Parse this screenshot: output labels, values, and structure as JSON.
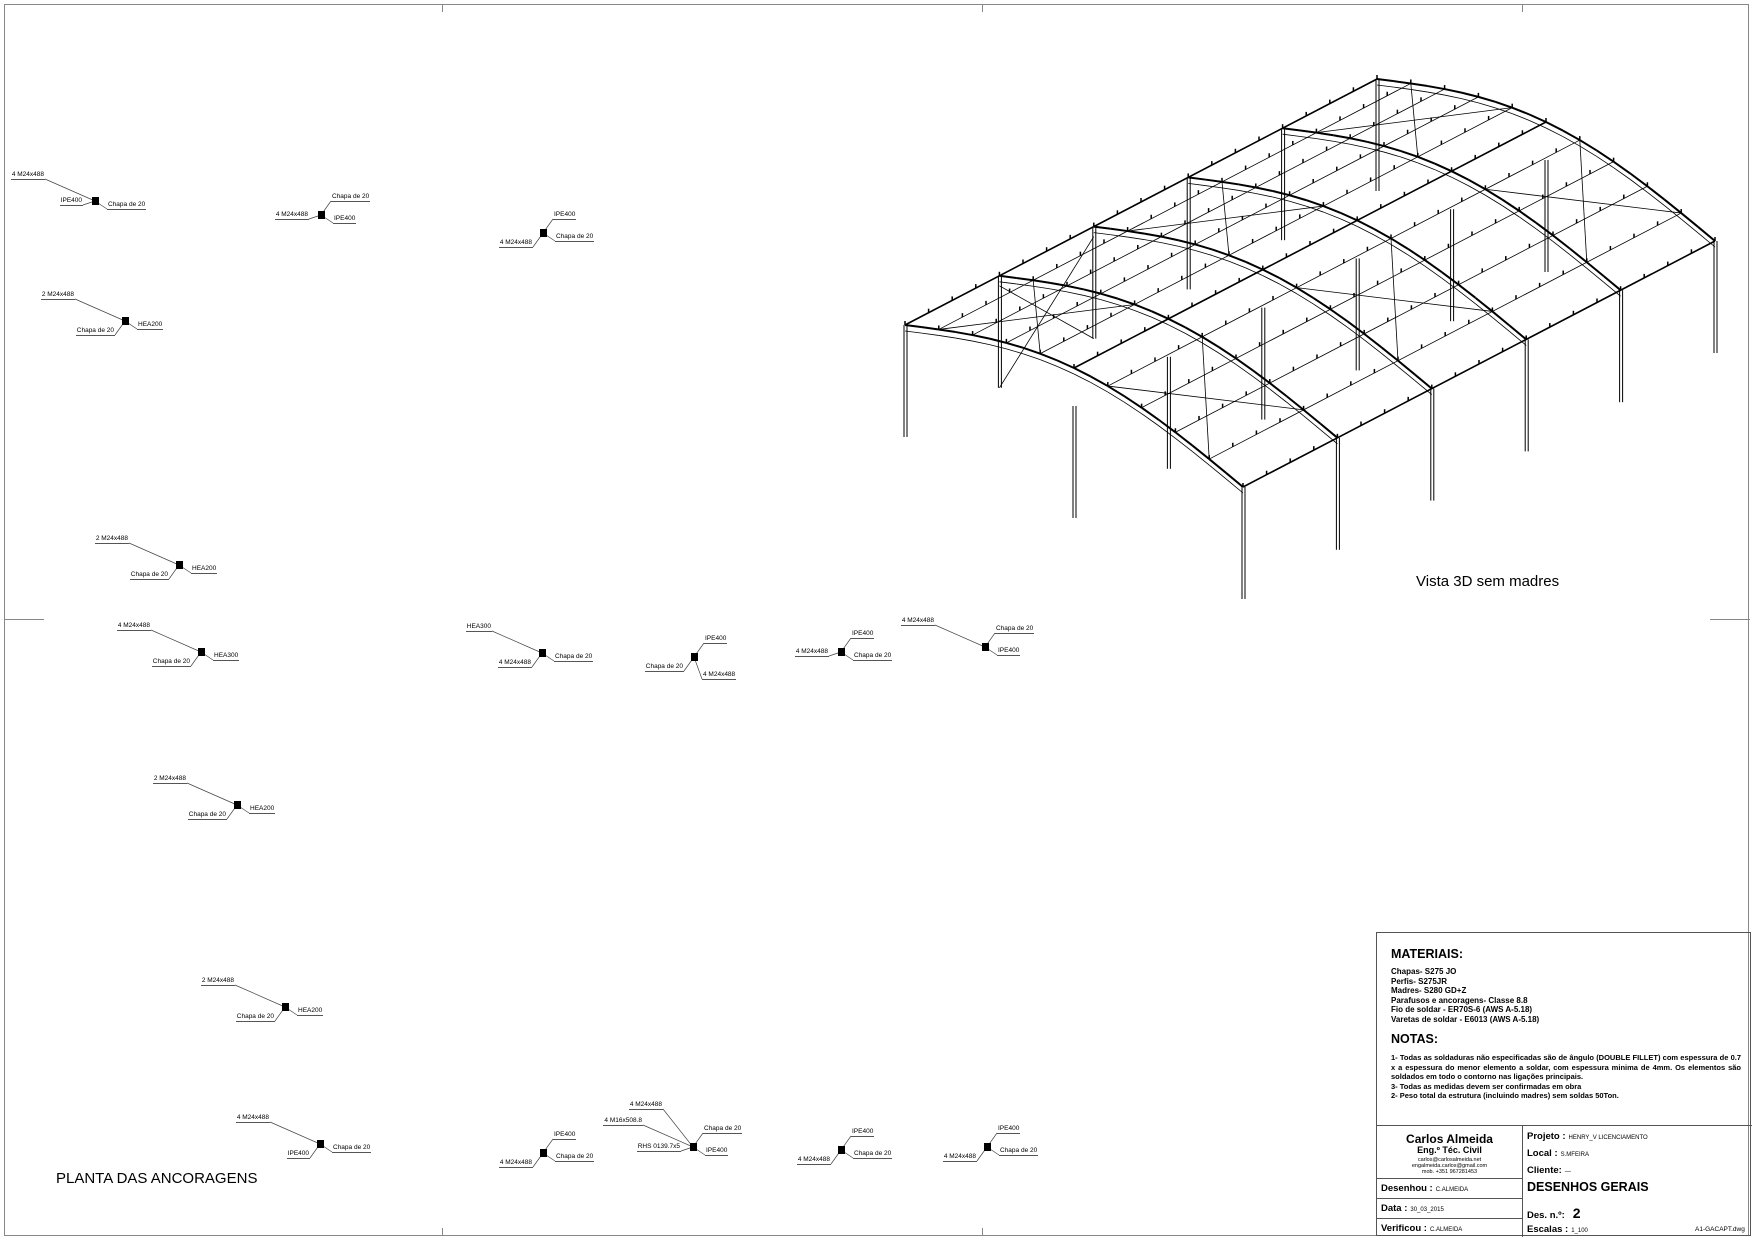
{
  "drawing": {
    "view3d_title": "Vista 3D sem madres",
    "plan_title": "PLANTA DAS ANCORAGENS"
  },
  "anchors": [
    {
      "labels": [
        "4 M24x488",
        "IPE400",
        "Chapa de 20"
      ]
    },
    {
      "labels": [
        "Chapa de 20",
        "IPE400",
        "4 M24x488"
      ]
    },
    {
      "labels": [
        "IPE400",
        "Chapa de 20",
        "4 M24x488"
      ]
    },
    {
      "labels": [
        "2 M24x488",
        "Chapa de 20",
        "HEA200"
      ]
    },
    {
      "labels": [
        "2 M24x488",
        "Chapa de 20",
        "HEA200"
      ]
    },
    {
      "labels": [
        "4 M24x488",
        "Chapa de 20",
        "HEA300"
      ]
    },
    {
      "labels": [
        "HEA300",
        "4 M24x488",
        "Chapa de 20"
      ]
    },
    {
      "labels": [
        "IPE400",
        "Chapa de 20",
        "4 M24x488"
      ]
    },
    {
      "labels": [
        "IPE400",
        "4 M24x488",
        "Chapa de 20"
      ]
    },
    {
      "labels": [
        "4 M24x488",
        "Chapa de 20",
        "IPE400"
      ]
    },
    {
      "labels": [
        "2 M24x488",
        "Chapa de 20",
        "HEA200"
      ]
    },
    {
      "labels": [
        "2 M24x488",
        "Chapa de 20",
        "HEA200"
      ]
    },
    {
      "labels": [
        "4 M24x488",
        "IPE400",
        "Chapa de 20"
      ]
    },
    {
      "labels": [
        "IPE400",
        "4 M24x488",
        "Chapa de 20"
      ]
    },
    {
      "labels": [
        "4 M24x488",
        "4 M16x508.8",
        "Chapa de 20",
        "IPE400",
        "RHS 0139.7x5"
      ]
    },
    {
      "labels": [
        "IPE400",
        "4 M24x488",
        "Chapa de 20"
      ]
    },
    {
      "labels": [
        "IPE400",
        "4 M24x488",
        "Chapa de 20"
      ]
    }
  ],
  "title_block": {
    "materials_heading": "MATERIAIS:",
    "materials": [
      "Chapas- S275 JO",
      "Perfis- S275JR",
      "Madres- S280 GD+Z",
      "Parafusos e ancoragens- Classe 8.8",
      "Fio de soldar - ER70S-6 (AWS A-5.18)",
      "Varetas de soldar - E6013 (AWS A-5.18)"
    ],
    "notes_heading": "NOTAS:",
    "notes": [
      "1- Todas as soldaduras não especificadas são de ângulo (DOUBLE FILLET) com espessura de 0.7 x a espessura do menor elemento a soldar, com espessura minima de 4mm. Os elementos são soldados em todo o contorno nas ligações principais.",
      "3- Todas as medidas devem ser confirmadas em obra",
      "2- Peso total da estrutura (incluindo madres) sem soldas 50Ton."
    ],
    "author_name": "Carlos Almeida",
    "author_title": "Eng.º Téc. Civil",
    "author_email1": "carlos@carlosalmeida.net",
    "author_email2": "engalmeida.carlos@gmail.com",
    "author_phone": "mob. +351 967281453",
    "projeto_label": "Projeto :",
    "projeto_value": "HENRY_V LICENCIAMENTO",
    "local_label": "Local :",
    "local_value": "S.MFEIRA",
    "cliente_label": "Cliente:",
    "cliente_value": "—",
    "desenhou_label": "Desenhou :",
    "desenhou_value": "C.ALMEIDA",
    "data_label": "Data :",
    "data_value": "30_03_2015",
    "verificou_label": "Verificou :",
    "verificou_value": "C.ALMEIDA",
    "drawing_title": "DESENHOS GERAIS",
    "des_no_label": "Des. n.º:",
    "des_no_value": "2",
    "escalas_label": "Escalas :",
    "escalas_value": "1_100",
    "file_name": "A1-GACAPT.dwg"
  }
}
